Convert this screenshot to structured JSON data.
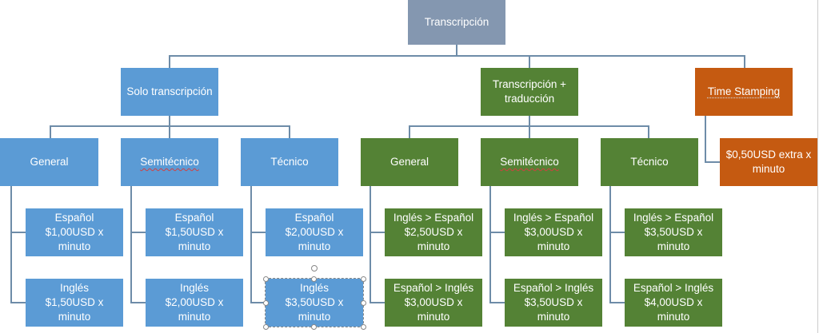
{
  "root": {
    "label": "Transcripción"
  },
  "branches": [
    {
      "label": "Solo transcripción",
      "color": "#5b9bd5",
      "children": [
        {
          "label": "General",
          "leaves": [
            {
              "lang": "Español",
              "price": "$1,00USD x minuto"
            },
            {
              "lang": "Inglés",
              "price": "$1,50USD x minuto"
            }
          ]
        },
        {
          "label": "Semitécnico",
          "leaves": [
            {
              "lang": "Español",
              "price": "$1,50USD x minuto"
            },
            {
              "lang": "Inglés",
              "price": "$2,00USD x minuto"
            }
          ]
        },
        {
          "label": "Técnico",
          "leaves": [
            {
              "lang": "Español",
              "price": "$2,00USD x minuto"
            },
            {
              "lang": "Inglés",
              "price": "$3,50USD x minuto"
            }
          ]
        }
      ]
    },
    {
      "label": "Transcripción + traducción",
      "color": "#548235",
      "children": [
        {
          "label": "General",
          "leaves": [
            {
              "lang": "Inglés > Español",
              "price": "$2,50USD x minuto"
            },
            {
              "lang": "Español > Inglés",
              "price": "$3,00USD x minuto"
            }
          ]
        },
        {
          "label": "Semitécnico",
          "leaves": [
            {
              "lang": "Inglés > Español",
              "price": "$3,00USD x minuto"
            },
            {
              "lang": "Español > Inglés",
              "price": "$3,50USD x minuto"
            }
          ]
        },
        {
          "label": "Técnico",
          "leaves": [
            {
              "lang": "Inglés > Español",
              "price": "$3,50USD x minuto"
            },
            {
              "lang": "Español > Inglés",
              "price": "$4,00USD x minuto"
            }
          ]
        }
      ]
    },
    {
      "label": "Time Stamping",
      "color": "#c55a11",
      "children": [
        {
          "label": "$0,50USD extra x minuto"
        }
      ]
    }
  ],
  "colors": {
    "root": "#8497b0",
    "connector": "#6e8ca8"
  }
}
